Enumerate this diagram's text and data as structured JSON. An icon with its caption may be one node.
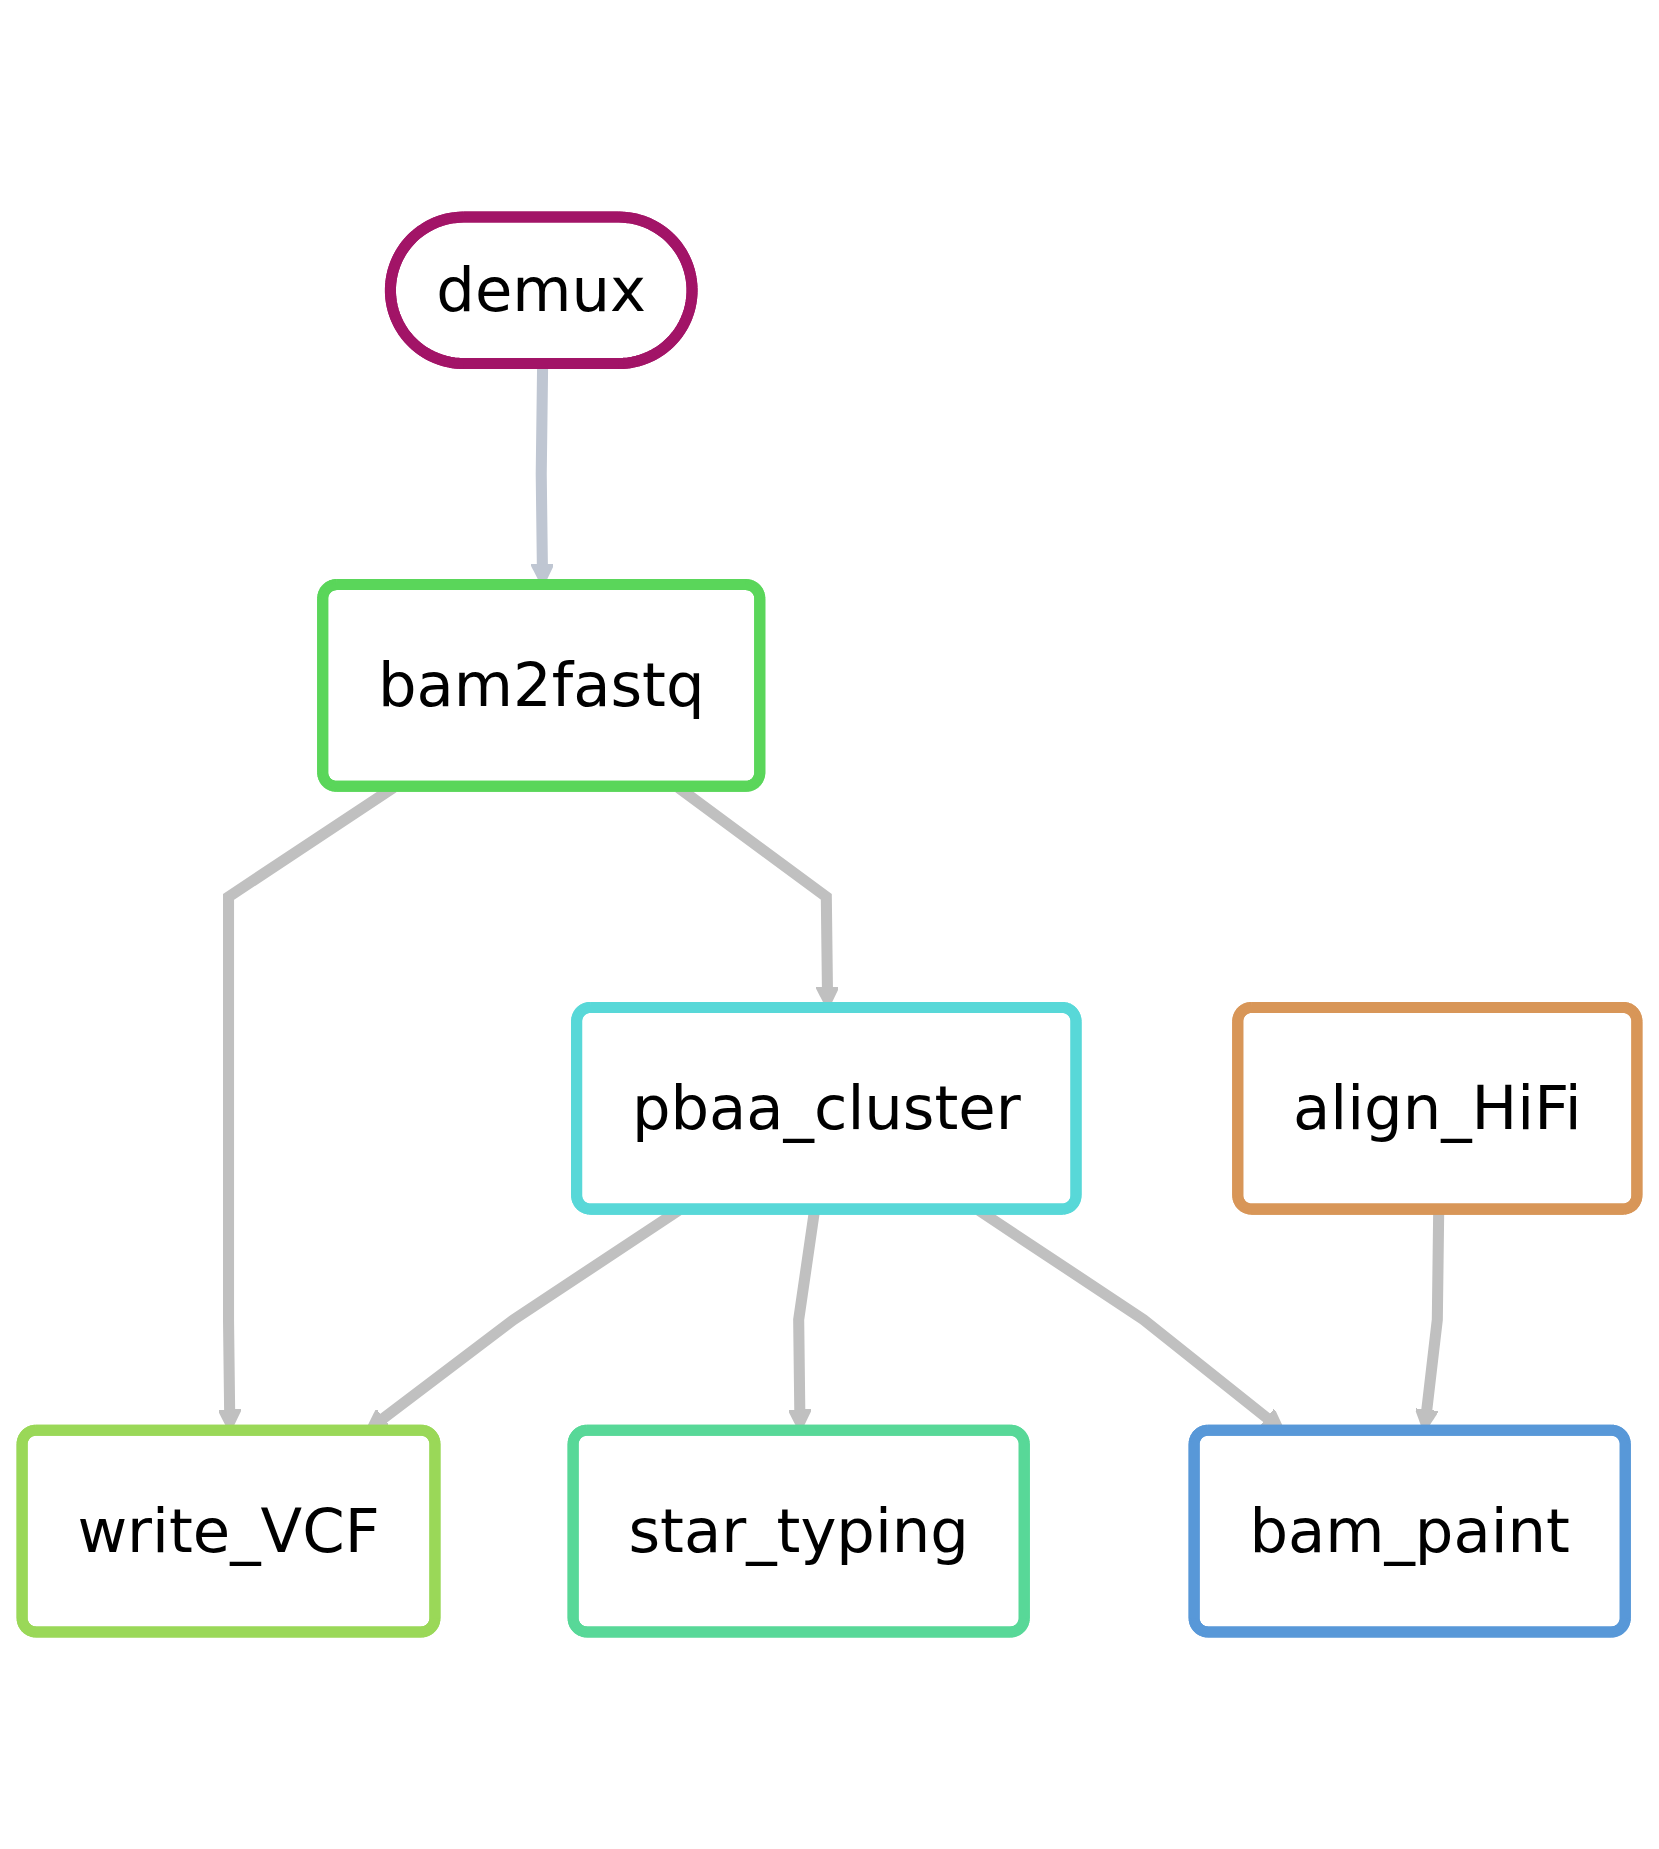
{
  "diagram": {
    "nodes": [
      {
        "text": [
          "demux"
        ]
      },
      {
        "text": [
          "bam2fastq"
        ]
      },
      {
        "text": [
          "pbaa_cluster"
        ]
      },
      {
        "text": [
          "align_HiFi"
        ]
      },
      {
        "text": [
          "write_VCF"
        ]
      },
      {
        "text": [
          "star_typing"
        ]
      },
      {
        "text": [
          "bam_paint"
        ]
      }
    ],
    "edges": [
      {
        "from": 0,
        "to": 1,
        "arrow": "to",
        "color": "#bfc6d2"
      },
      {
        "from": 1,
        "to": 4,
        "arrow": "to"
      },
      {
        "from": 1,
        "to": 2,
        "arrow": "to"
      },
      {
        "from": 2,
        "to": 4,
        "arrow": "to"
      },
      {
        "from": 2,
        "to": 5,
        "arrow": "to"
      },
      {
        "from": 2,
        "to": 6,
        "arrow": "to"
      },
      {
        "from": 3,
        "to": 6,
        "arrow": "to"
      }
    ]
  }
}
